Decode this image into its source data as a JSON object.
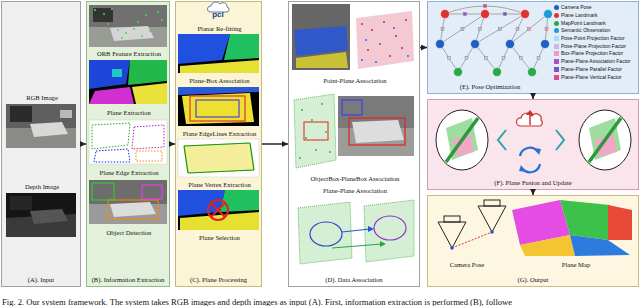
{
  "diagram": {
    "caption": "Fig. 2. Our system framework. The system takes RGB images and depth images as input (A). First, information extraction is performed (B), followe",
    "nodes": [
      {
        "text": [
          "(A). Input"
        ]
      },
      {
        "text": [
          "RGB Image"
        ],
        "in": 0
      },
      {
        "text": [
          "Depth Image"
        ],
        "in": 0
      },
      {
        "text": [
          "(B). Information Extraction"
        ]
      },
      {
        "text": [
          "ORB Feature Extraction"
        ],
        "in": 3
      },
      {
        "text": [
          "Plane Extraction"
        ],
        "in": 3
      },
      {
        "text": [
          "Plane Edge Extraction"
        ],
        "in": 3
      },
      {
        "text": [
          "Object Detection"
        ],
        "in": 3
      },
      {
        "text": [
          "(C). Plane Processing"
        ]
      },
      {
        "text": [
          "Planar Re-fitting"
        ],
        "in": 8
      },
      {
        "text": [
          "Plane-Box Association"
        ],
        "in": 8
      },
      {
        "text": [
          "Plane EdgeLines Extraction"
        ],
        "in": 8
      },
      {
        "text": [
          "Plane Vertex Extraction"
        ],
        "in": 8
      },
      {
        "text": [
          "Plane Selection"
        ],
        "in": 8
      },
      {
        "text": [
          "(D). Data Association"
        ]
      },
      {
        "text": [
          "Point-Plane Association"
        ],
        "in": 14
      },
      {
        "text": [
          "ObjectBox-PlaneBox Association"
        ],
        "in": 14
      },
      {
        "text": [
          "Plane-Plane Association"
        ],
        "in": 14
      },
      {
        "text": [
          "(E). Pose Optimization"
        ]
      },
      {
        "text": [
          "(F). Plane Fusion and Update"
        ]
      },
      {
        "text": [
          "(G). Output"
        ]
      },
      {
        "text": [
          "Camera Pose"
        ],
        "in": 20
      },
      {
        "text": [
          "Plane Map"
        ],
        "in": 20
      }
    ],
    "edges": [
      {
        "from": 0,
        "to": 3,
        "arrow": "to"
      },
      {
        "from": 3,
        "to": 8,
        "arrow": "to"
      },
      {
        "from": 8,
        "to": 14,
        "arrow": "to"
      },
      {
        "from": 14,
        "to": 18,
        "arrow": "to"
      },
      {
        "from": 18,
        "to": 19,
        "arrow": "to"
      },
      {
        "from": 19,
        "to": 20,
        "arrow": "to"
      }
    ],
    "labels": [
      "pcl"
    ],
    "legend": [
      {
        "text": "Camera Pose",
        "color": "#1f5fc4"
      },
      {
        "text": "Plane Landmark",
        "color": "#e03232"
      },
      {
        "text": "MapPoint Landmark",
        "color": "#2aa84a"
      },
      {
        "text": "Semantic Observation",
        "color": "#1e9bd7"
      },
      {
        "text": "Pose-Point Projection Factor",
        "color": "#a8dcf4"
      },
      {
        "text": "Pose-Plane Projection Factor",
        "color": "#c9b6ea"
      },
      {
        "text": "Box-Plane Projection Factor",
        "color": "#f29bbd"
      },
      {
        "text": "Plane-Plane Association Factor",
        "color": "#a64fd0"
      },
      {
        "text": "Plane-Plane Parallel Factor",
        "color": "#7a55c9"
      },
      {
        "text": "Plane-Plane Vertical Factor",
        "color": "#e24b8b"
      }
    ]
  }
}
